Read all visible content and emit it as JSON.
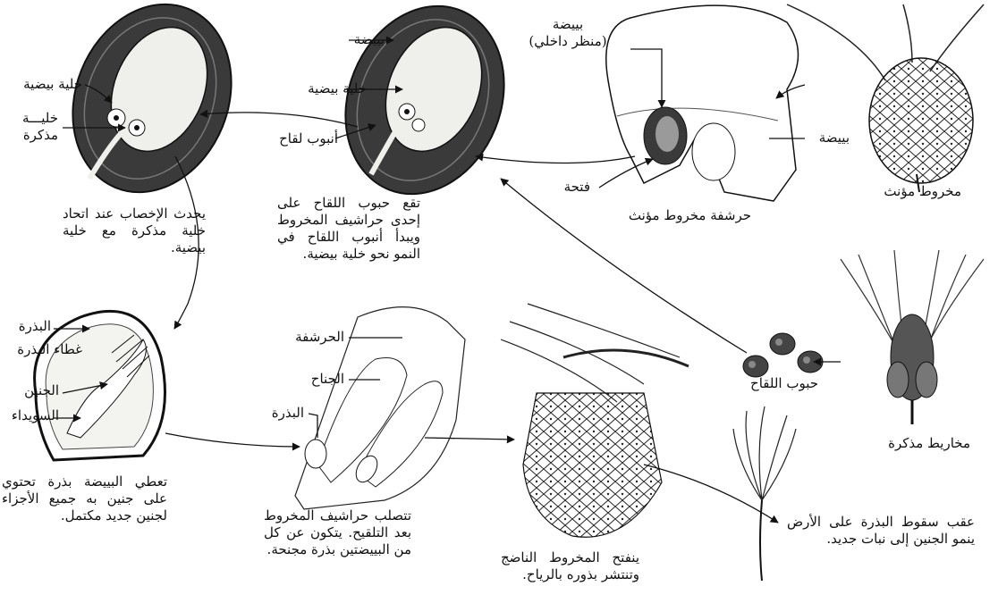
{
  "labels": {
    "ovule_inner_view_1": "بييضة",
    "ovule_inner_view_2": "(منظر داخلي)",
    "ovule_top": "بييضة",
    "egg_cell_mid": "خلية بيضية",
    "pollen_tube": "أنبوب لقاح",
    "egg_cell_left": "خلية بيضية",
    "male_cell_1": "خليـــة",
    "male_cell_2": "مذكرة",
    "ovule_right": "بييضة",
    "opening": "فتحة",
    "female_cone_scale": "حرشفة  مخروط مؤنث",
    "female_cone": "مخروط مؤنث",
    "pollen_grains": "حبوب اللقاح",
    "male_cones": "مخاريط مذكرة",
    "seed": "البذرة",
    "seed_coat": "غطاء البذرة",
    "embryo": "الجنين",
    "endosperm": "السويداء",
    "scale": "الحرشفة",
    "wing": "الجناح",
    "seed_on_scale": "البذرة"
  },
  "captions": {
    "fertilization": "يحدث الإخصاب عند اتحاد خلية مذكرة مع خلية بيضية.",
    "pollination": "تقع حبوب اللقاح على إحدى حراشيف المخروط ويبدأ أنبوب اللقاح في النمو نحو خلية بيضية.",
    "seed_formation": "تعطي البييضة بذرة تحتوي على جنين به جميع الأجزاء لجنين جديد مكتمل.",
    "scales_harden": "تتصلب حراشيف المخروط بعد التلقيح. يتكون عن كل من البييضتين بذرة مجنحة.",
    "cone_opens": "ينفتح المخروط الناضج وتنتشر بذوره بالرياح.",
    "germination": "عقب سقوط البذرة على الأرض ينمو الجنين إلى نبات جديد."
  },
  "colors": {
    "ovule_wall": "#3a3a3a",
    "ovule_inner": "#efefec",
    "line": "#111111"
  }
}
